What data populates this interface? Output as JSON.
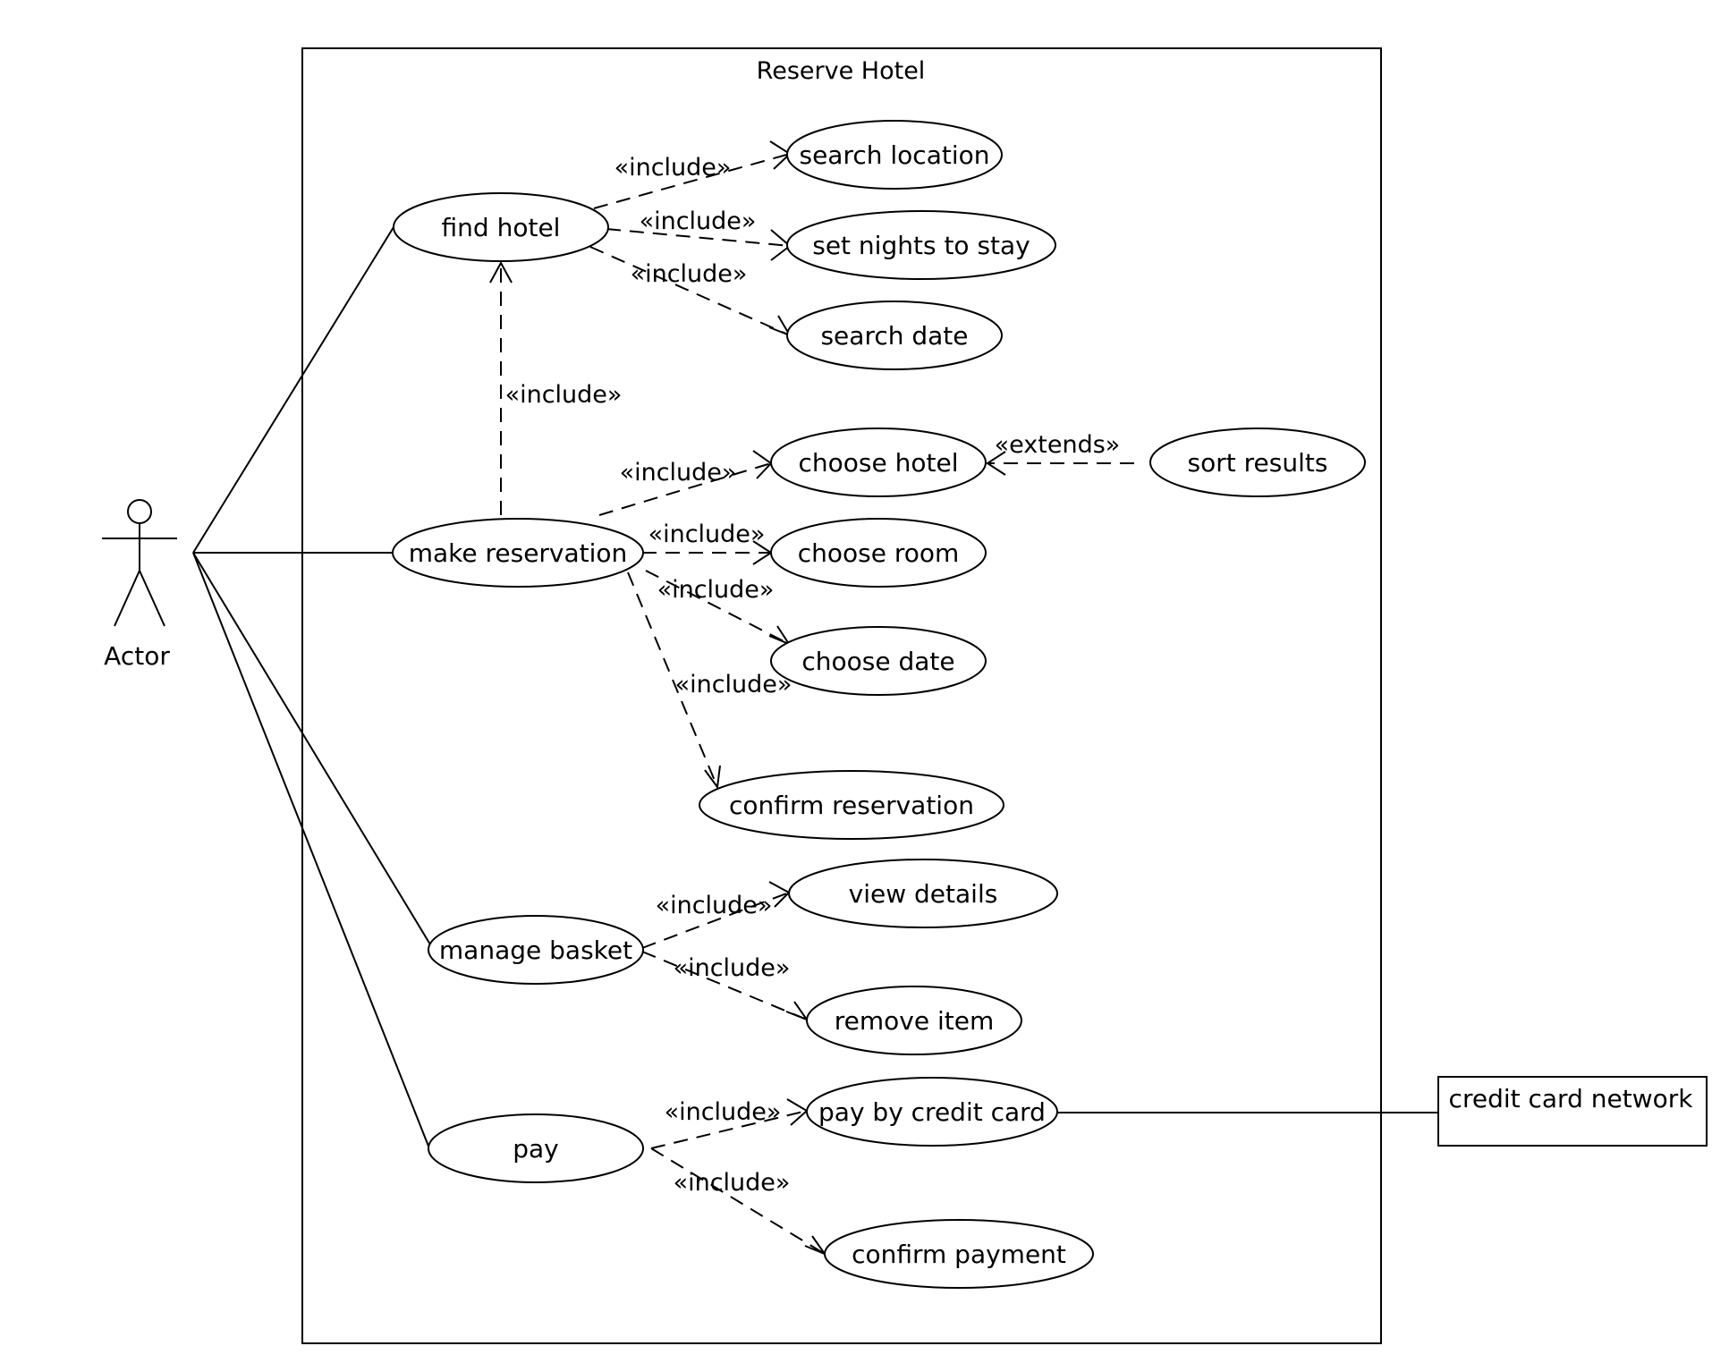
{
  "system": {
    "title": "Reserve Hotel"
  },
  "actor": {
    "label": "Actor"
  },
  "external": {
    "label": "credit card network"
  },
  "use_cases": {
    "find_hotel": "find hotel",
    "search_location": "search location",
    "set_nights": "set nights to stay",
    "search_date": "search date",
    "make_reservation": "make reservation",
    "choose_hotel": "choose hotel",
    "sort_results": "sort results",
    "choose_room": "choose room",
    "choose_date": "choose date",
    "confirm_reservation": "confirm reservation",
    "manage_basket": "manage basket",
    "view_details": "view details",
    "remove_item": "remove item",
    "pay": "pay",
    "pay_by_credit_card": "pay by credit card",
    "confirm_payment": "confirm payment"
  },
  "relations": {
    "include": "«include»",
    "extends": "«extends»"
  },
  "colors": {
    "stroke": "#000000",
    "background": "#ffffff"
  }
}
